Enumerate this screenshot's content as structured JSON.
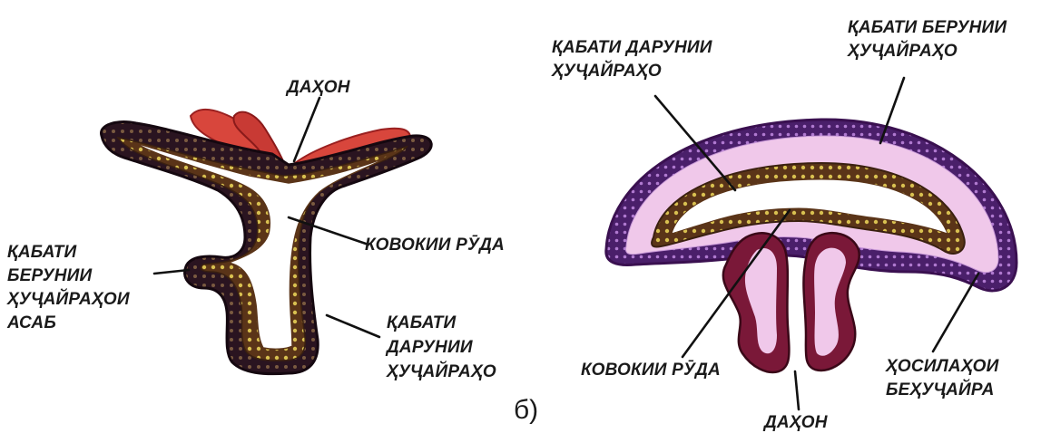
{
  "panel_a": {
    "labels": {
      "mouth": "ДАҲОН",
      "cavity": "КОВОКИИ РӮДА",
      "outer_layer": [
        "ҚАБАТИ",
        "БЕРУНИИ",
        "ҲУҶАЙРАҲОИ",
        "АСАБ"
      ],
      "inner_layer": [
        "ҚАБАТИ",
        "ДАРУНИИ",
        "ҲУҶАЙРАҲО"
      ]
    }
  },
  "panel_b": {
    "letter": "б)",
    "labels": {
      "inner_layer": [
        "ҚАБАТИ ДАРУНИИ",
        "ҲУҶАЙРАҲО"
      ],
      "outer_layer": [
        "ҚАБАТИ БЕРУНИИ",
        "ҲУҶАЙРАҲО"
      ],
      "cavity": "КОВОКИИ РӮДА",
      "mouth": "ДАҲОН",
      "noncell": [
        "ҲОСИЛАҲОИ",
        "БЕҲУҶАЙРА"
      ]
    }
  },
  "colors": {
    "outer_dark": "#2a1420",
    "inner_brown": "#6a3a18",
    "tentacle_red": "#d8463c",
    "jelly_pink": "#f0c8ea",
    "medusa_purple": "#5a2a7a",
    "mouth_dark": "#6a1030",
    "dots_yellow": "#d8c050"
  }
}
